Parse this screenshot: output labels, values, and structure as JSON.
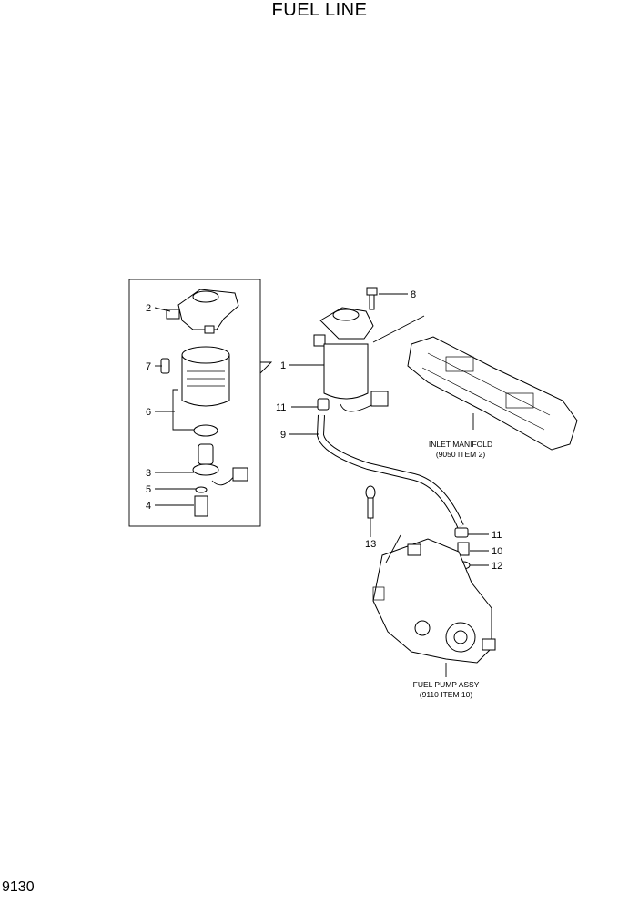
{
  "title": "FUEL LINE",
  "page_number": "9130",
  "callouts": [
    "1",
    "2",
    "3",
    "4",
    "5",
    "6",
    "7",
    "8",
    "9",
    "10",
    "11",
    "11",
    "12",
    "13"
  ],
  "notes": {
    "inlet_manifold_line1": "INLET MANIFOLD",
    "inlet_manifold_line2": "(9050 ITEM 2)",
    "fuel_pump_line1": "FUEL PUMP ASSY",
    "fuel_pump_line2": "(9110 ITEM 10)"
  }
}
